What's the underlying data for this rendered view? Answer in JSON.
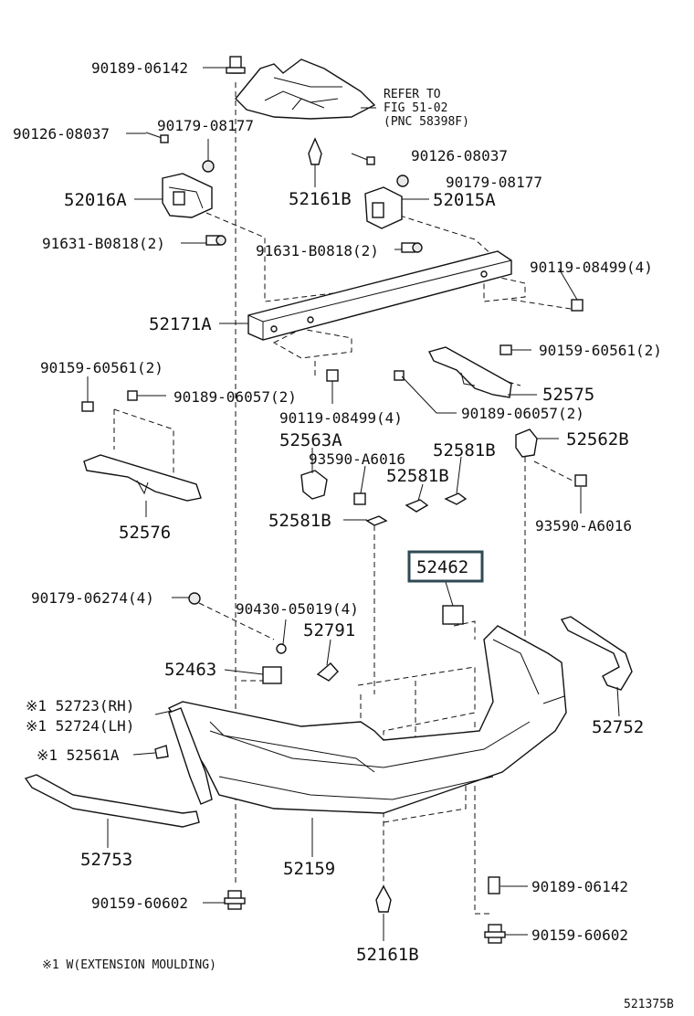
{
  "labels": {
    "l_90189_06142_top": "90189-06142",
    "l_refer_1": "REFER TO",
    "l_refer_2": "FIG 51-02",
    "l_refer_3": "(PNC 58398F)",
    "l_90126_08037_left": "90126-08037",
    "l_90179_08177_left": "90179-08177",
    "l_90126_08037_right": "90126-08037",
    "l_90179_08177_right": "90179-08177",
    "l_52016A": "52016A",
    "l_52161B_top": "52161B",
    "l_52015A": "52015A",
    "l_91631_left": "91631-B0818(2)",
    "l_91631_mid": "91631-B0818(2)",
    "l_90119_08499_right": "90119-08499(4)",
    "l_52171A": "52171A",
    "l_90159_60561_right": "90159-60561(2)",
    "l_90159_60561_left": "90159-60561(2)",
    "l_90189_06057_left": "90189-06057(2)",
    "l_52575": "52575",
    "l_90119_08499_mid": "90119-08499(4)",
    "l_90189_06057_mid": "90189-06057(2)",
    "l_52563A": "52563A",
    "l_52581B_a": "52581B",
    "l_52562B": "52562B",
    "l_93590_left": "93590-A6016",
    "l_52581B_b": "52581B",
    "l_52576": "52576",
    "l_52581B_c": "52581B",
    "l_93590_right": "93590-A6016",
    "l_52462": "52462",
    "l_90179_06274": "90179-06274(4)",
    "l_90430_05019": "90430-05019(4)",
    "l_52791": "52791",
    "l_52463": "52463",
    "l_52723": "※1 52723(RH)",
    "l_52724": "※1 52724(LH)",
    "l_52752": "52752",
    "l_52561A": "※1 52561A",
    "l_52753": "52753",
    "l_52159": "52159",
    "l_90189_06142_bottom": "90189-06142",
    "l_90159_60602_left": "90159-60602",
    "l_90159_60602_right": "90159-60602",
    "l_52161B_bottom": "52161B",
    "l_footnote": "※1 W(EXTENSION MOULDING)",
    "l_figure_id": "521375B"
  }
}
